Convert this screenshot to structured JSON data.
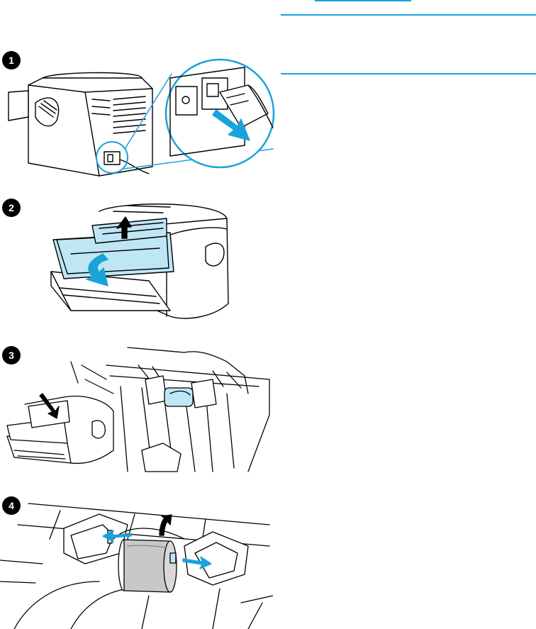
{
  "steps": [
    {
      "number": "1"
    },
    {
      "number": "2"
    },
    {
      "number": "3"
    },
    {
      "number": "4"
    }
  ],
  "colors": {
    "accent": "#1aa3d9",
    "highlight": "#bfe6f5",
    "line": "#000000"
  },
  "icons": {
    "unplug_arrow": "arrow-icon",
    "lift_arrow": "arrow-icon",
    "open_arrow": "arrow-icon",
    "slide_arrows": "arrow-icon"
  }
}
